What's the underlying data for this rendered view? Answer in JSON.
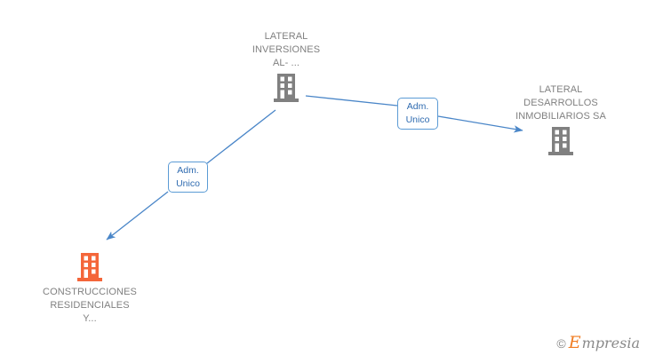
{
  "diagram": {
    "background_color": "#ffffff",
    "edge_color": "#4a86c8",
    "node_gray": "#808080",
    "node_orange": "#f4663a",
    "label_border_color": "#5b9bd5",
    "label_text_color": "#2f6bb0",
    "nodes": [
      {
        "id": "lateral-inversiones",
        "name": "LATERAL\nINVERSIONES\nAL- ...",
        "icon": "building-icon",
        "color": "#808080"
      },
      {
        "id": "lateral-desarrollos",
        "name": "LATERAL\nDESARROLLOS\nINMOBILIARIOS SA",
        "icon": "building-icon",
        "color": "#808080"
      },
      {
        "id": "construcciones-residenciales",
        "name": "CONSTRUCCIONES\nRESIDENCIALES\nY...",
        "icon": "building-icon",
        "color": "#f4663a"
      }
    ],
    "edges": [
      {
        "id": "edge-inversiones-to-desarrollos",
        "from": "lateral-inversiones",
        "to": "lateral-desarrollos",
        "label": "Adm.\nUnico"
      },
      {
        "id": "edge-inversiones-to-construcciones",
        "from": "lateral-inversiones",
        "to": "construcciones-residenciales",
        "label": "Adm.\nUnico"
      }
    ]
  },
  "watermark": {
    "copyright": "©",
    "brand_initial": "E",
    "brand_rest": "mpresia"
  }
}
